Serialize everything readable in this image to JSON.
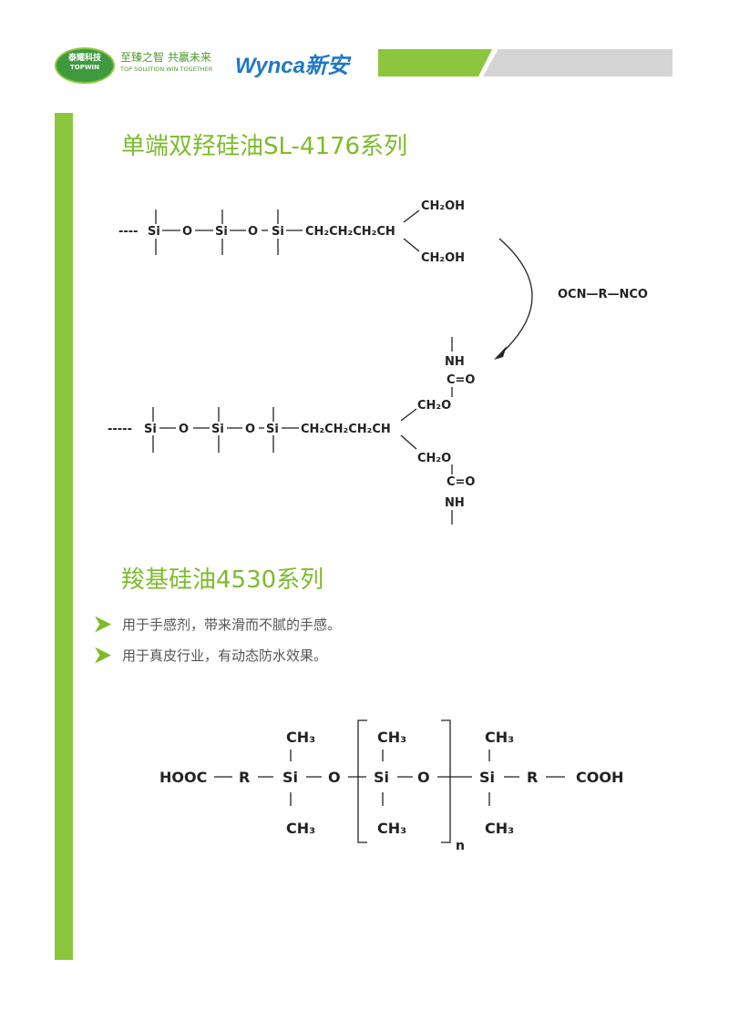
{
  "header": {
    "logo_cn": "泰耀科技",
    "logo_en": "TOPWIN",
    "slogan_cn": "至臻之智 共赢未来",
    "slogan_en": "TOP SOLUTION WIN TOGETHER",
    "brand": "Wynca新安",
    "accent": "#8cc63f"
  },
  "section1": {
    "title": "单端双羟硅油SL-4176系列",
    "formula_top": {
      "dash": "----",
      "si": "Si",
      "o": "O",
      "chain": "CH₂CH₂CH₂CH",
      "ch2oh": "CH₂OH"
    },
    "reagent": "OCN—R—NCO",
    "formula_bottom": {
      "dash": "-----",
      "si": "Si",
      "o": "O",
      "chain": "CH₂CH₂CH₂CH",
      "ch2o": "CH₂O",
      "nh": "NH",
      "co": "C=O"
    }
  },
  "section2": {
    "title": "羧基硅油4530系列",
    "bullets": [
      "用于手感剂，带来滑而不腻的手感。",
      "用于真皮行业，有动态防水效果。"
    ],
    "formula": {
      "hooc": "HOOC",
      "r": "R",
      "si": "Si",
      "o": "O",
      "ch3": "CH₃",
      "cooh": "COOH",
      "n": "n"
    }
  }
}
